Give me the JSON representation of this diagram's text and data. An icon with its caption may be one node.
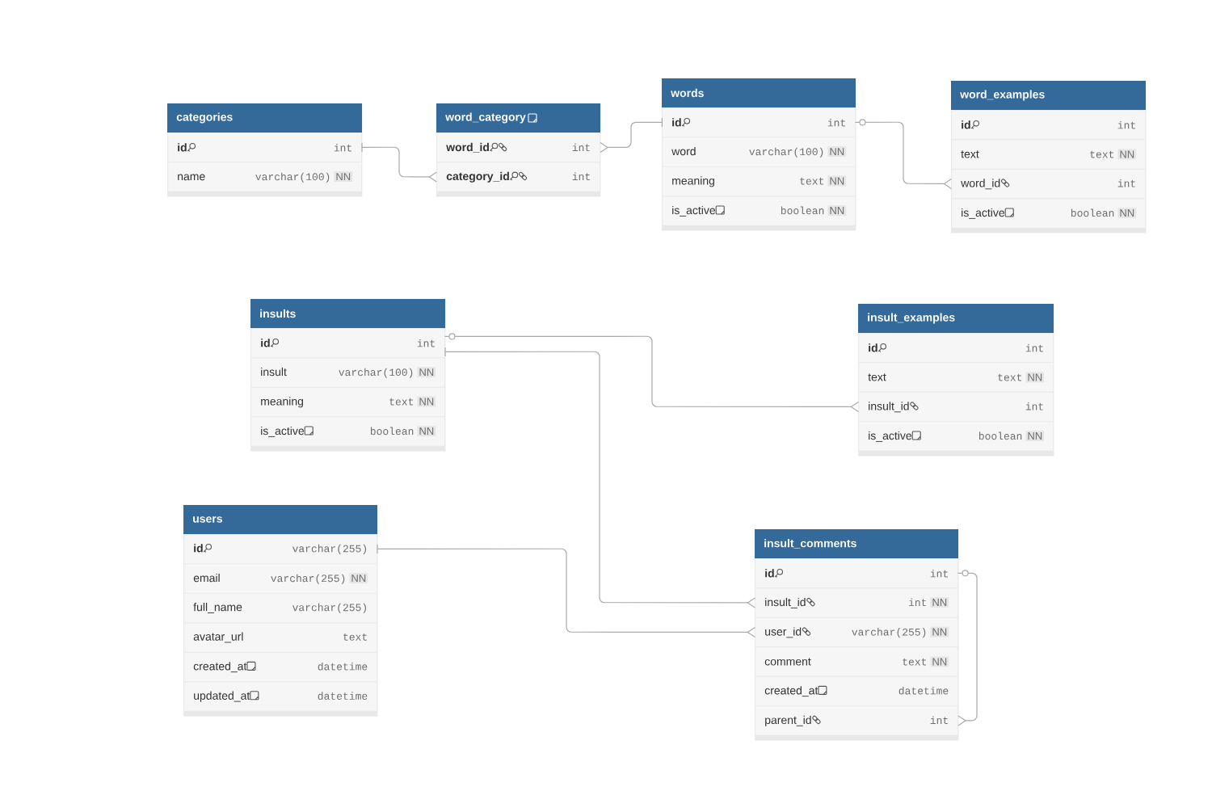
{
  "diagram": {
    "nodes": [
      {
        "text": [
          "categories"
        ]
      },
      {
        "text": [
          "id",
          "int"
        ],
        "in": 0
      },
      {
        "text": [
          "name",
          "varchar(100)",
          "NN"
        ],
        "in": 0
      },
      {
        "text": [
          "word_category"
        ]
      },
      {
        "text": [
          "word_id",
          "int"
        ],
        "in": 3
      },
      {
        "text": [
          "category_id",
          "int"
        ],
        "in": 3
      },
      {
        "text": [
          "words"
        ]
      },
      {
        "text": [
          "id",
          "int"
        ],
        "in": 6
      },
      {
        "text": [
          "word",
          "varchar(100)",
          "NN"
        ],
        "in": 6
      },
      {
        "text": [
          "meaning",
          "text",
          "NN"
        ],
        "in": 6
      },
      {
        "text": [
          "is_active",
          "boolean",
          "NN"
        ],
        "in": 6
      },
      {
        "text": [
          "word_examples"
        ]
      },
      {
        "text": [
          "id",
          "int"
        ],
        "in": 11
      },
      {
        "text": [
          "text",
          "text",
          "NN"
        ],
        "in": 11
      },
      {
        "text": [
          "word_id",
          "int"
        ],
        "in": 11
      },
      {
        "text": [
          "is_active",
          "boolean",
          "NN"
        ],
        "in": 11
      },
      {
        "text": [
          "insults"
        ]
      },
      {
        "text": [
          "id",
          "int"
        ],
        "in": 16
      },
      {
        "text": [
          "insult",
          "varchar(100)",
          "NN"
        ],
        "in": 16
      },
      {
        "text": [
          "meaning",
          "text",
          "NN"
        ],
        "in": 16
      },
      {
        "text": [
          "is_active",
          "boolean",
          "NN"
        ],
        "in": 16
      },
      {
        "text": [
          "insult_examples"
        ]
      },
      {
        "text": [
          "id",
          "int"
        ],
        "in": 21
      },
      {
        "text": [
          "text",
          "text",
          "NN"
        ],
        "in": 21
      },
      {
        "text": [
          "insult_id",
          "int"
        ],
        "in": 21
      },
      {
        "text": [
          "is_active",
          "boolean",
          "NN"
        ],
        "in": 21
      },
      {
        "text": [
          "users"
        ]
      },
      {
        "text": [
          "id",
          "varchar(255)"
        ],
        "in": 26
      },
      {
        "text": [
          "email",
          "varchar(255)",
          "NN"
        ],
        "in": 26
      },
      {
        "text": [
          "full_name",
          "varchar(255)"
        ],
        "in": 26
      },
      {
        "text": [
          "avatar_url",
          "text"
        ],
        "in": 26
      },
      {
        "text": [
          "created_at",
          "datetime"
        ],
        "in": 26
      },
      {
        "text": [
          "updated_at",
          "datetime"
        ],
        "in": 26
      },
      {
        "text": [
          "insult_comments"
        ]
      },
      {
        "text": [
          "id",
          "int"
        ],
        "in": 33
      },
      {
        "text": [
          "insult_id",
          "int",
          "NN"
        ],
        "in": 33
      },
      {
        "text": [
          "user_id",
          "varchar(255)",
          "NN"
        ],
        "in": 33
      },
      {
        "text": [
          "comment",
          "text",
          "NN"
        ],
        "in": 33
      },
      {
        "text": [
          "created_at",
          "datetime"
        ],
        "in": 33
      },
      {
        "text": [
          "parent_id",
          "int"
        ],
        "in": 33
      }
    ],
    "edges": [
      {
        "from": 1,
        "to": 5,
        "arrow": "other"
      },
      {
        "from": 7,
        "to": 4,
        "arrow": "other"
      },
      {
        "from": 7,
        "to": 14,
        "arrow": "other"
      },
      {
        "from": 17,
        "to": 24,
        "arrow": "other"
      },
      {
        "from": 17,
        "to": 35,
        "arrow": "other"
      },
      {
        "from": 27,
        "to": 36,
        "arrow": "other"
      },
      {
        "from": 34,
        "to": 39,
        "arrow": "other"
      }
    ]
  }
}
